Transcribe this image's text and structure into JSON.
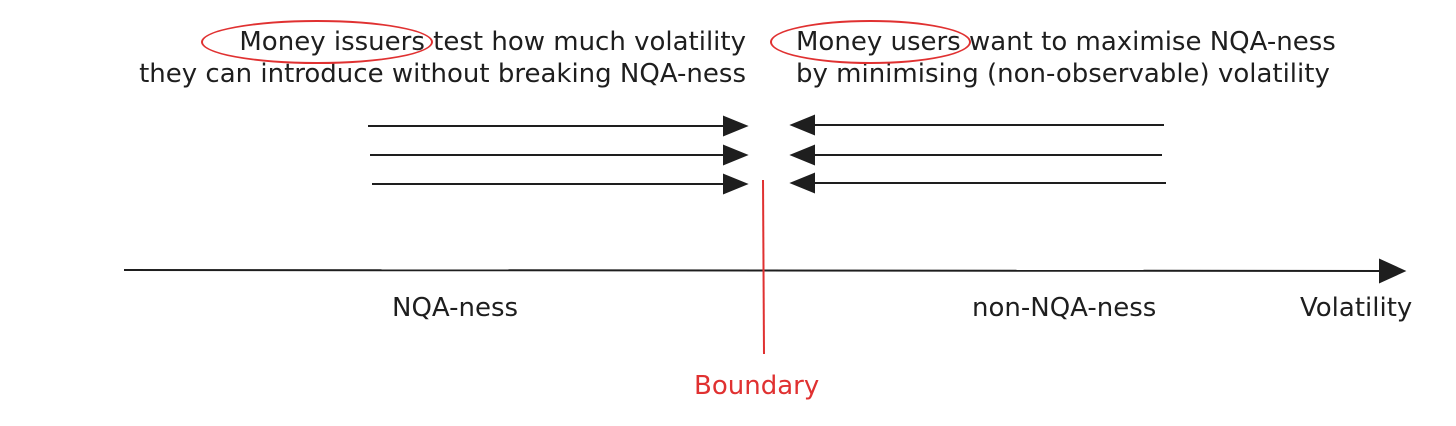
{
  "left_text": {
    "highlight": "Money issuers",
    "line1_rest": " test how much volatility",
    "line2": "they can introduce without breaking NQA-ness"
  },
  "right_text": {
    "highlight": "Money users",
    "line1_rest": " want to maximise NQA-ness",
    "line2": "by minimising (non-observable) volatility"
  },
  "axis": {
    "label": "Volatility",
    "regions": {
      "left": "NQA-ness",
      "right": "non-NQA-ness"
    }
  },
  "boundary": {
    "label": "Boundary"
  },
  "colors": {
    "ink": "#1e1e1e",
    "accent": "#e03131",
    "background": "#ffffff"
  }
}
